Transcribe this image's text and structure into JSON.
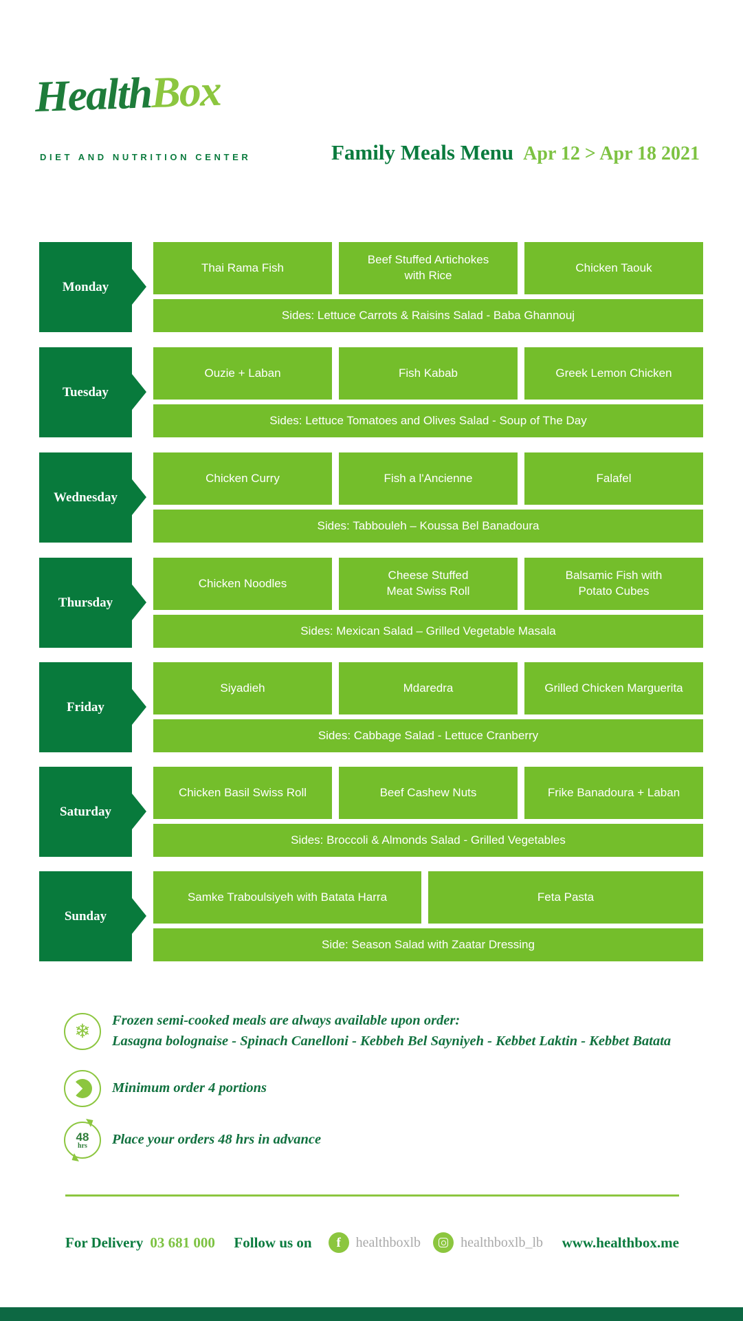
{
  "colors": {
    "dark_green": "#087A3C",
    "box_green": "#74BE2B",
    "accent_light_green": "#8CC63F",
    "date_green": "#7DC242",
    "handle_gray": "#A9A9A9"
  },
  "icons": {
    "snowflake": "❄",
    "facebook_letter": "f"
  },
  "header": {
    "logo_part1": "Health",
    "logo_part2": "Box",
    "tagline": "DIET AND NUTRITION CENTER",
    "title": "Family Meals Menu",
    "date_range": "Apr 12 > Apr 18 2021"
  },
  "week": {
    "days": [
      {
        "label": "Monday",
        "meals": [
          "Thai Rama Fish",
          "Beef Stuffed Artichokes\nwith Rice",
          "Chicken Taouk"
        ],
        "sides": "Sides: Lettuce Carrots & Raisins Salad - Baba Ghannouj"
      },
      {
        "label": "Tuesday",
        "meals": [
          "Ouzie + Laban",
          "Fish Kabab",
          "Greek Lemon Chicken"
        ],
        "sides": "Sides: Lettuce Tomatoes and Olives Salad - Soup of The Day"
      },
      {
        "label": "Wednesday",
        "meals": [
          "Chicken Curry",
          "Fish a l'Ancienne",
          "Falafel"
        ],
        "sides": "Sides: Tabbouleh – Koussa Bel Banadoura"
      },
      {
        "label": "Thursday",
        "meals": [
          "Chicken Noodles",
          "Cheese Stuffed\nMeat Swiss Roll",
          "Balsamic Fish with\nPotato Cubes"
        ],
        "sides": "Sides: Mexican Salad – Grilled Vegetable Masala"
      },
      {
        "label": "Friday",
        "meals": [
          "Siyadieh",
          "Mdaredra",
          "Grilled Chicken Marguerita"
        ],
        "sides": "Sides: Cabbage Salad - Lettuce Cranberry"
      },
      {
        "label": "Saturday",
        "meals": [
          "Chicken Basil Swiss Roll",
          "Beef Cashew Nuts",
          "Frike Banadoura + Laban"
        ],
        "sides": "Sides: Broccoli & Almonds Salad - Grilled Vegetables"
      },
      {
        "label": "Sunday",
        "meals": [
          "Samke Traboulsiyeh with Batata Harra",
          "Feta Pasta"
        ],
        "sides": "Side: Season Salad with Zaatar Dressing"
      }
    ]
  },
  "notes": [
    {
      "icon": "snowflake",
      "line1": "Frozen semi-cooked meals are always available upon order:",
      "line2": "Lasagna bolognaise - Spinach Canelloni - Kebbeh Bel Sayniyeh - Kebbet Laktin - Kebbet Batata"
    },
    {
      "icon": "portion-pie",
      "line1": "Minimum order 4 portions"
    },
    {
      "icon": "48hrs-cycle",
      "badge_number": "48",
      "badge_unit": "hrs",
      "line1": "Place your orders 48 hrs in advance"
    }
  ],
  "footer": {
    "delivery_label": "For Delivery",
    "delivery_phone": "03 681 000",
    "follow_label": "Follow us on",
    "facebook_handle": "healthboxlb",
    "instagram_handle": "healthboxlb_lb",
    "website": "www.healthbox.me"
  }
}
